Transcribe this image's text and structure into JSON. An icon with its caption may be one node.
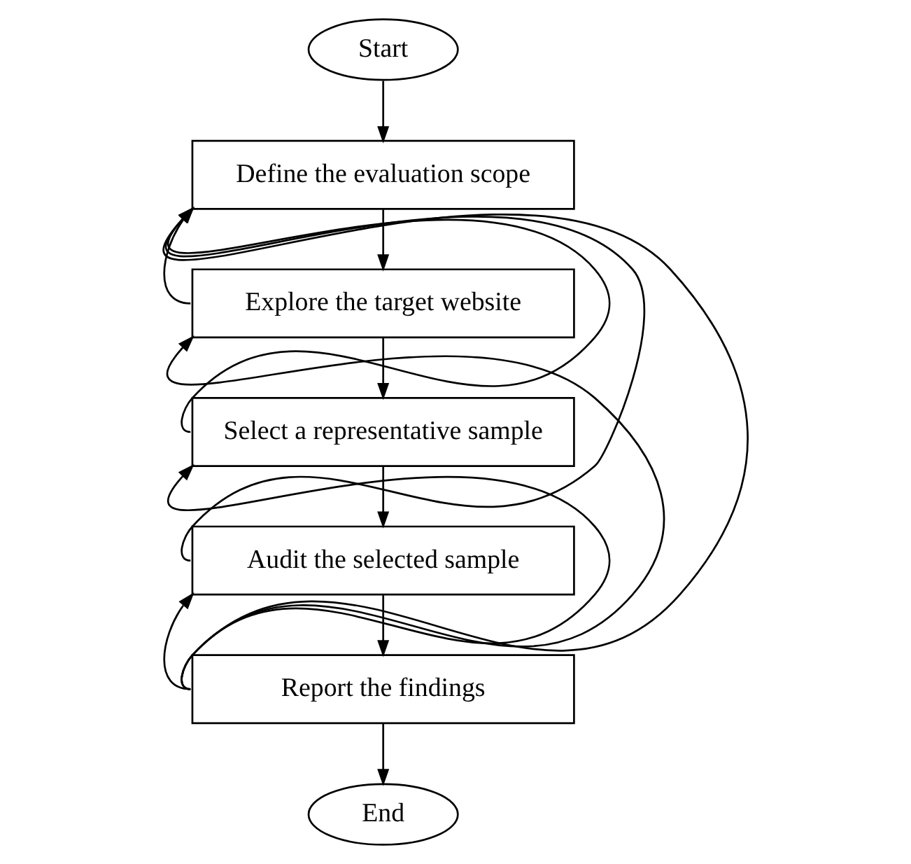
{
  "diagram": {
    "nodes": [
      {
        "text": [
          "Start"
        ]
      },
      {
        "text": [
          "Define the evaluation scope"
        ]
      },
      {
        "text": [
          "Explore the target website"
        ]
      },
      {
        "text": [
          "Select a representative sample"
        ]
      },
      {
        "text": [
          "Audit the selected sample"
        ]
      },
      {
        "text": [
          "Report the findings"
        ]
      },
      {
        "text": [
          "End"
        ]
      }
    ],
    "edges": [
      {
        "from": 0,
        "to": 1,
        "arrow": "to"
      },
      {
        "from": 1,
        "to": 2,
        "arrow": "to"
      },
      {
        "from": 2,
        "to": 3,
        "arrow": "to"
      },
      {
        "from": 3,
        "to": 4,
        "arrow": "to"
      },
      {
        "from": 4,
        "to": 5,
        "arrow": "to"
      },
      {
        "from": 5,
        "to": 6,
        "arrow": "to"
      },
      {
        "from": 2,
        "to": 1,
        "arrow": "to"
      },
      {
        "from": 3,
        "to": 1,
        "arrow": "to"
      },
      {
        "from": 4,
        "to": 1,
        "arrow": "to"
      },
      {
        "from": 5,
        "to": 1,
        "arrow": "to"
      },
      {
        "from": 5,
        "to": 2,
        "arrow": "to"
      },
      {
        "from": 5,
        "to": 3,
        "arrow": "to"
      },
      {
        "from": 5,
        "to": 4,
        "arrow": "to"
      }
    ]
  }
}
